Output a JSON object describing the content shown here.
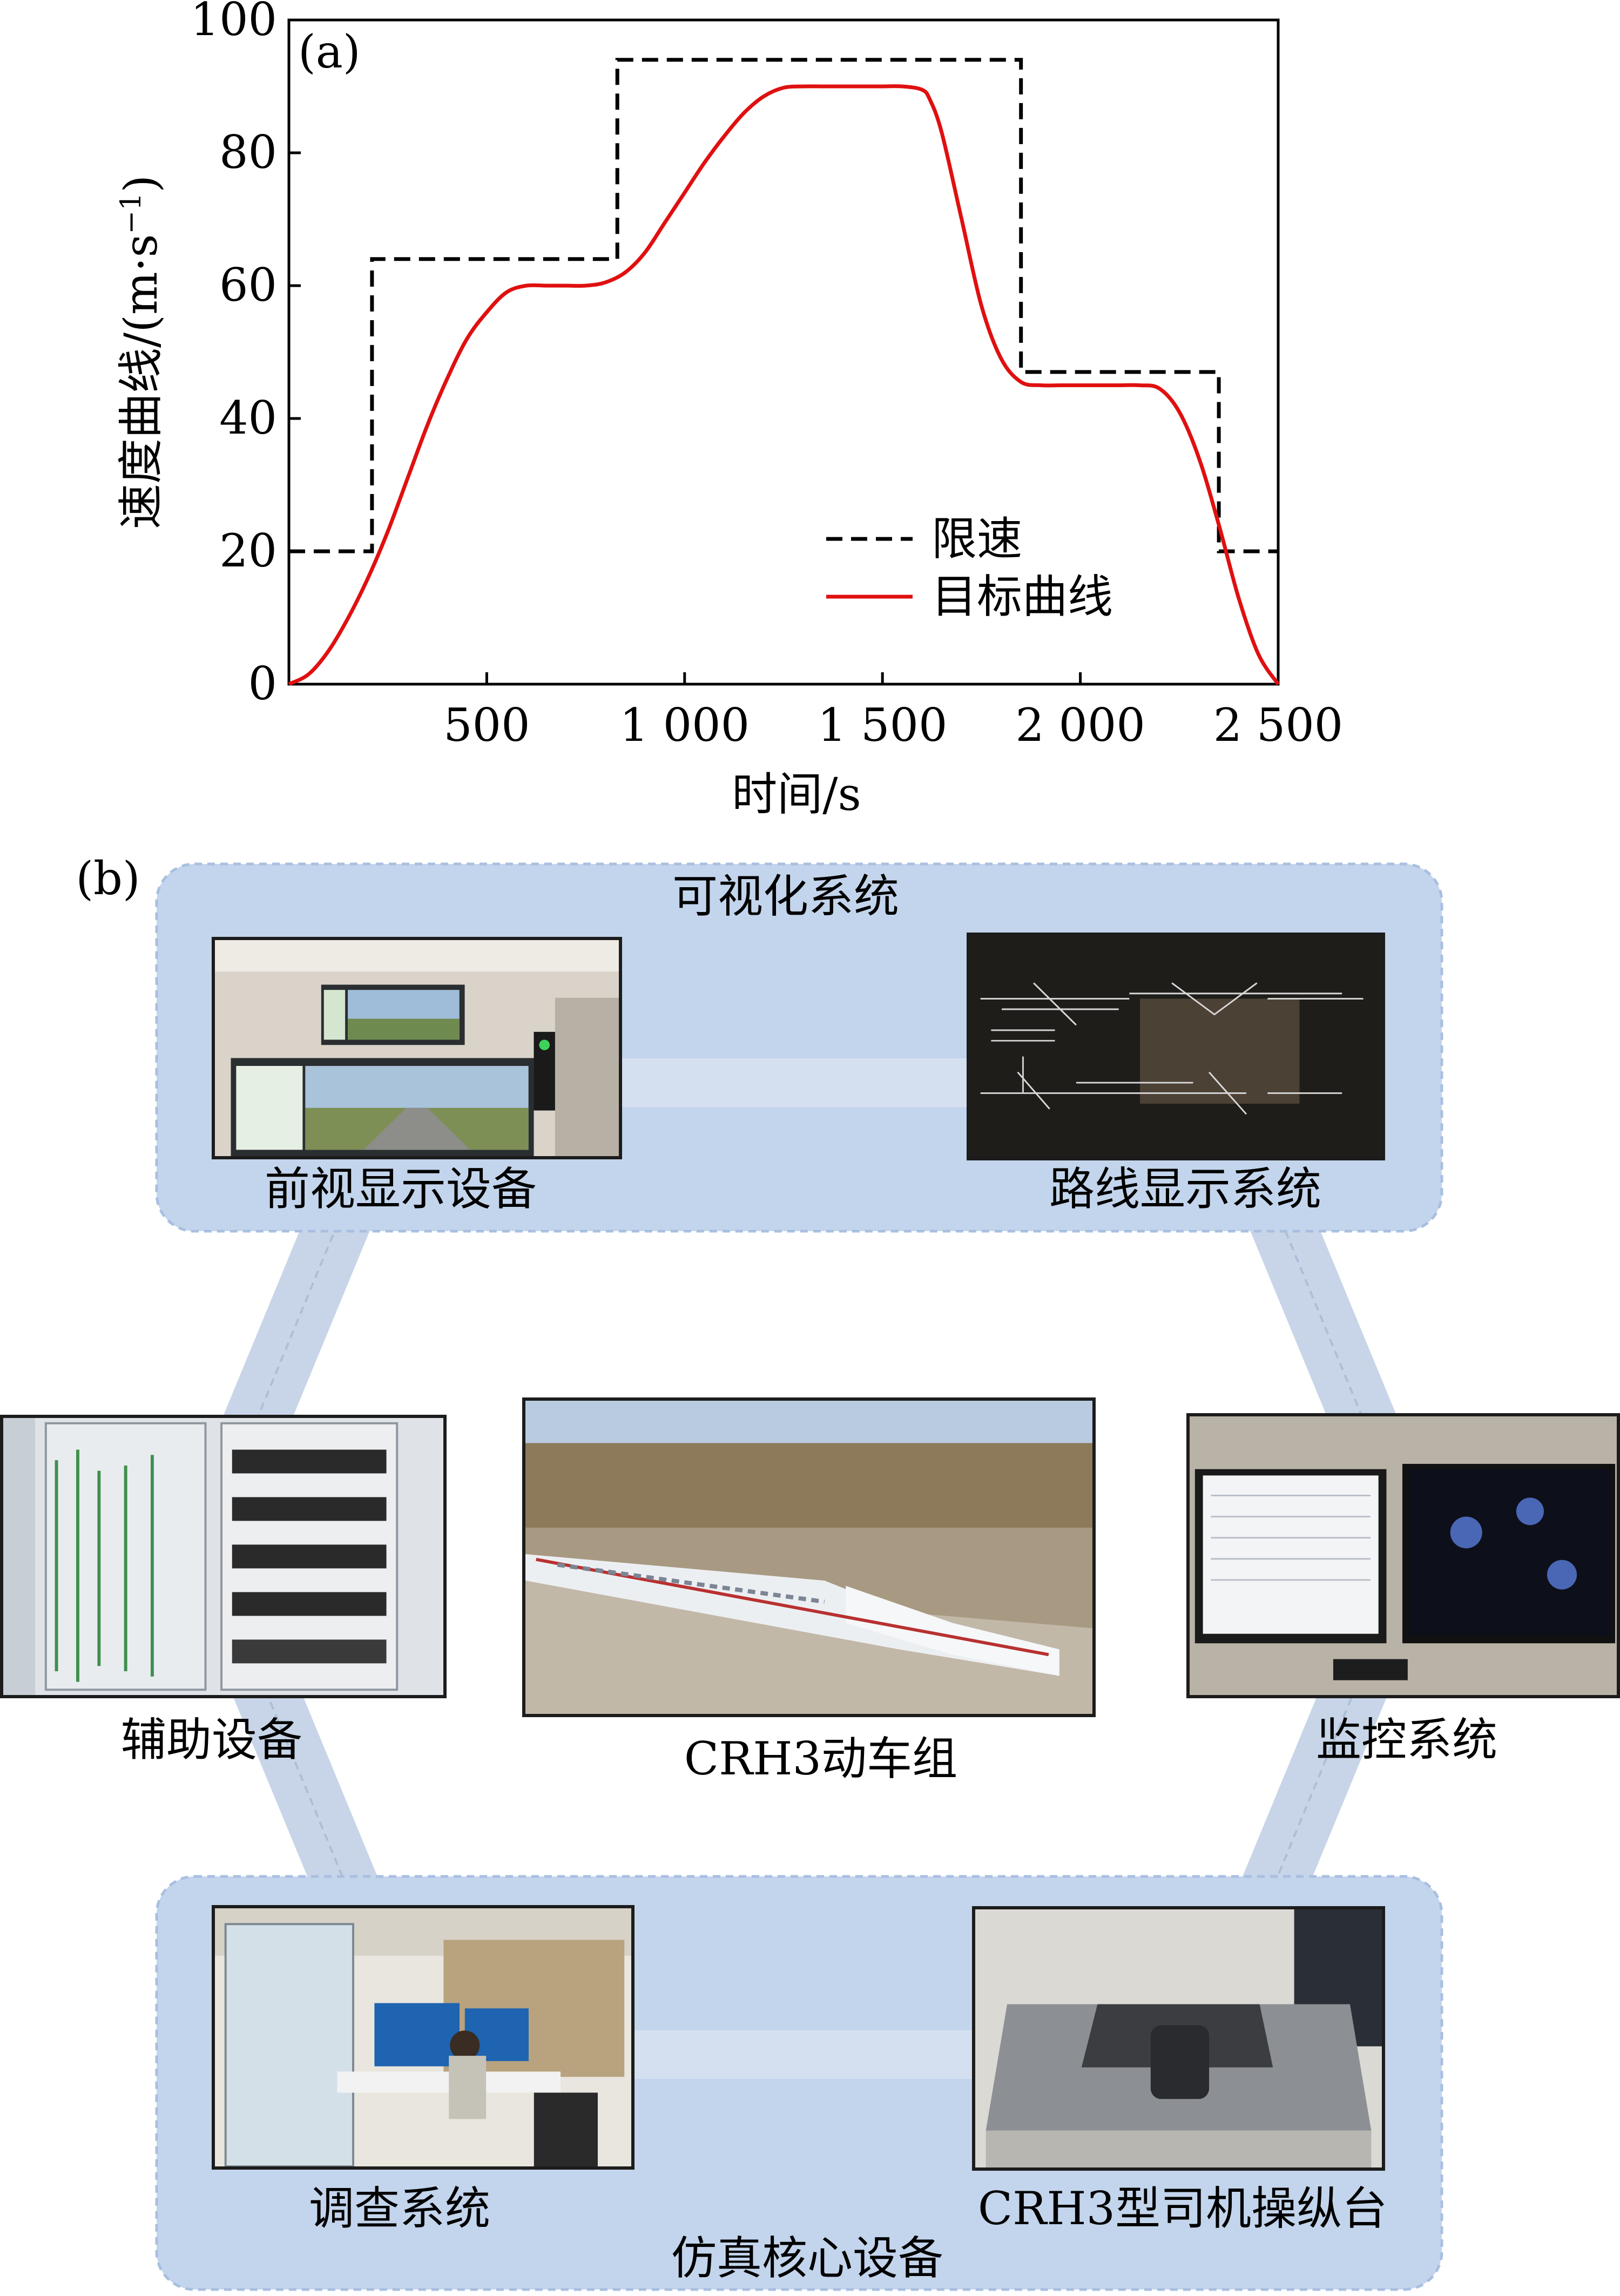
{
  "chart_data": {
    "type": "line",
    "panel_label": "(a)",
    "xlabel": "时间/s",
    "ylabel": "速度曲线/(m·s",
    "ylabel_exp": "−1",
    "ylabel_close": ")",
    "xlim": [
      0,
      2500
    ],
    "ylim": [
      0,
      100
    ],
    "xticks": [
      500,
      1000,
      1500,
      2000,
      2500
    ],
    "xtick_labels": [
      "500",
      "1 000",
      "1 500",
      "2 000",
      "2 500"
    ],
    "yticks": [
      0,
      20,
      40,
      60,
      80,
      100
    ],
    "ytick_labels": [
      "0",
      "20",
      "40",
      "60",
      "80",
      "100"
    ],
    "legend_position": "lower-right",
    "series": [
      {
        "name": "限速",
        "style": "dashed",
        "color": "#000000",
        "x": [
          0,
          210,
          210,
          830,
          830,
          1850,
          1850,
          2350,
          2350,
          2500
        ],
        "y": [
          20,
          20,
          64,
          64,
          94,
          94,
          47,
          47,
          20,
          20
        ]
      },
      {
        "name": "目标曲线",
        "style": "solid",
        "color": "#e01010",
        "x": [
          0,
          50,
          100,
          150,
          200,
          250,
          300,
          350,
          400,
          450,
          500,
          550,
          600,
          650,
          700,
          750,
          800,
          850,
          900,
          950,
          1000,
          1050,
          1100,
          1150,
          1200,
          1250,
          1300,
          1350,
          1400,
          1450,
          1500,
          1550,
          1600,
          1620,
          1650,
          1700,
          1750,
          1800,
          1850,
          1900,
          1950,
          2000,
          2050,
          2100,
          2150,
          2200,
          2250,
          2300,
          2350,
          2400,
          2450,
          2500
        ],
        "y": [
          0,
          1.5,
          5,
          10,
          16,
          23,
          31,
          39,
          46,
          52,
          56,
          59,
          60,
          60,
          60,
          60,
          60.5,
          62,
          65,
          69.5,
          74,
          78.5,
          82.5,
          86,
          88.5,
          89.8,
          90,
          90,
          90,
          90,
          90,
          90,
          89.5,
          88,
          83,
          70,
          57,
          49,
          45.5,
          45,
          45,
          45,
          45,
          45,
          45,
          44.5,
          41,
          34,
          24,
          13,
          4.5,
          0
        ]
      }
    ]
  },
  "panel_b": {
    "panel_label": "(b)",
    "group_visual": "可视化系统",
    "group_core": "仿真核心设备",
    "items": {
      "front_view": "前视显示设备",
      "route_display": "路线显示系统",
      "auxiliary": "辅助设备",
      "train": "CRH3动车组",
      "monitoring": "监控系统",
      "investigation": "调查系统",
      "console": "CRH3型司机操纵台"
    }
  }
}
